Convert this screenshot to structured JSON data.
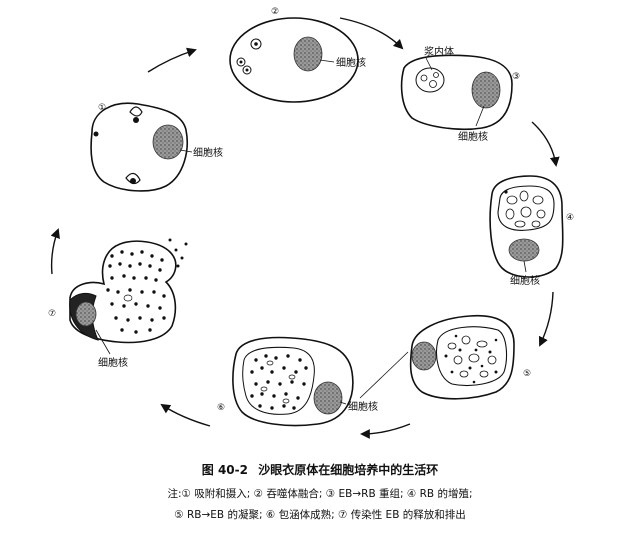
{
  "figure": {
    "label": "图 40-2",
    "title": "沙眼衣原体在细胞培养中的生活环",
    "note_line1": "注:① 吸附和摄入; ② 吞噬体融合; ③ EB→RB 重组; ④ RB 的增殖;",
    "note_line2": "⑤ RB→EB 的凝聚; ⑥ 包涵体成熟; ⑦ 传染性 EB 的释放和排出"
  },
  "stages": [
    {
      "number": "①",
      "nucleus_label": "细胞核"
    },
    {
      "number": "②",
      "nucleus_label": "细胞核"
    },
    {
      "number": "③",
      "nucleus_label": "细胞核",
      "extra_label": "浆内体"
    },
    {
      "number": "④",
      "nucleus_label": "细胞核"
    },
    {
      "number": "⑤",
      "nucleus_label": ""
    },
    {
      "number": "⑥",
      "nucleus_label": "细胞核"
    },
    {
      "number": "⑦",
      "nucleus_label": "细胞核"
    }
  ]
}
